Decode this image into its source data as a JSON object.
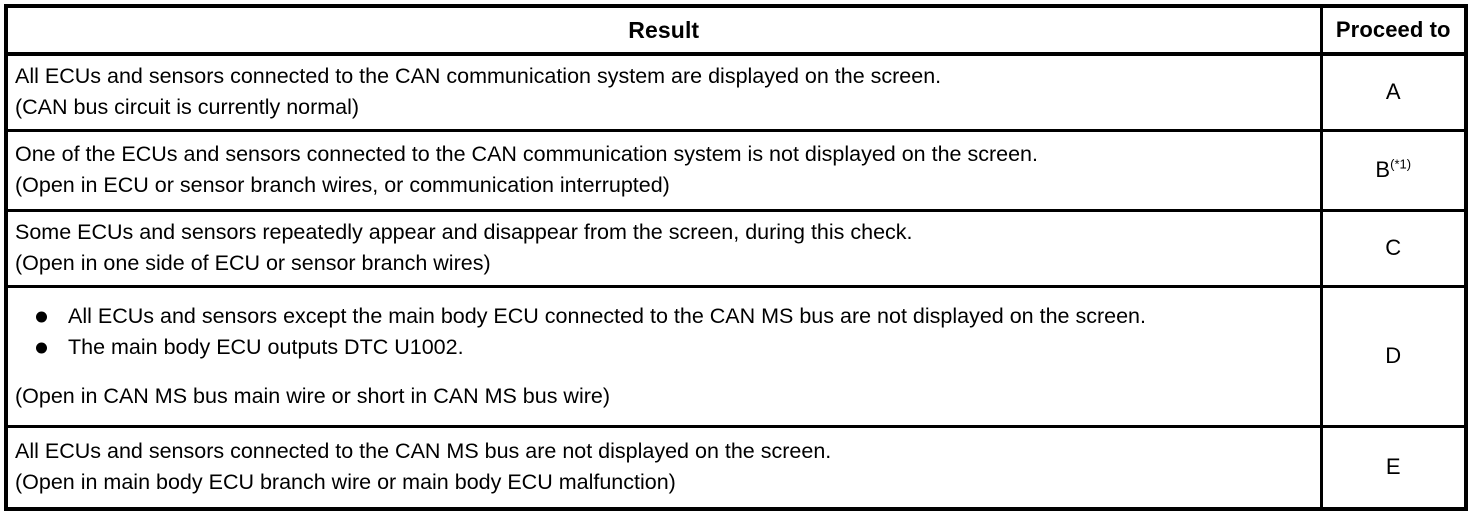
{
  "table": {
    "headers": {
      "result": "Result",
      "proceed": "Proceed to"
    },
    "rows": [
      {
        "result_line1": "All ECUs and sensors connected to the CAN communication system are displayed on the screen.",
        "result_line2": "(CAN bus circuit is currently normal)",
        "proceed": "A",
        "proceed_sup": ""
      },
      {
        "result_line1": "One of the ECUs and sensors connected to the CAN communication system is not displayed on the screen.",
        "result_line2": "(Open in ECU or sensor branch wires, or communication interrupted)",
        "proceed": "B",
        "proceed_sup": "(*1)"
      },
      {
        "result_line1": "Some ECUs and sensors repeatedly appear and disappear from the screen, during this check.",
        "result_line2": "(Open in one side of ECU or sensor branch wires)",
        "proceed": "C",
        "proceed_sup": ""
      },
      {
        "bullet1": "All ECUs and sensors except the main body ECU connected to the CAN MS bus are not displayed on the screen.",
        "bullet2": "The main body ECU outputs DTC U1002.",
        "result_line2": "(Open in CAN MS bus main wire or short in CAN MS bus wire)",
        "proceed": "D",
        "proceed_sup": ""
      },
      {
        "result_line1": "All ECUs and sensors connected to the CAN MS bus are not displayed on the screen.",
        "result_line2": "(Open in main body ECU branch wire or main body ECU malfunction)",
        "proceed": "E",
        "proceed_sup": ""
      }
    ]
  },
  "colors": {
    "border": "#000000",
    "text": "#000000",
    "background": "#ffffff"
  }
}
